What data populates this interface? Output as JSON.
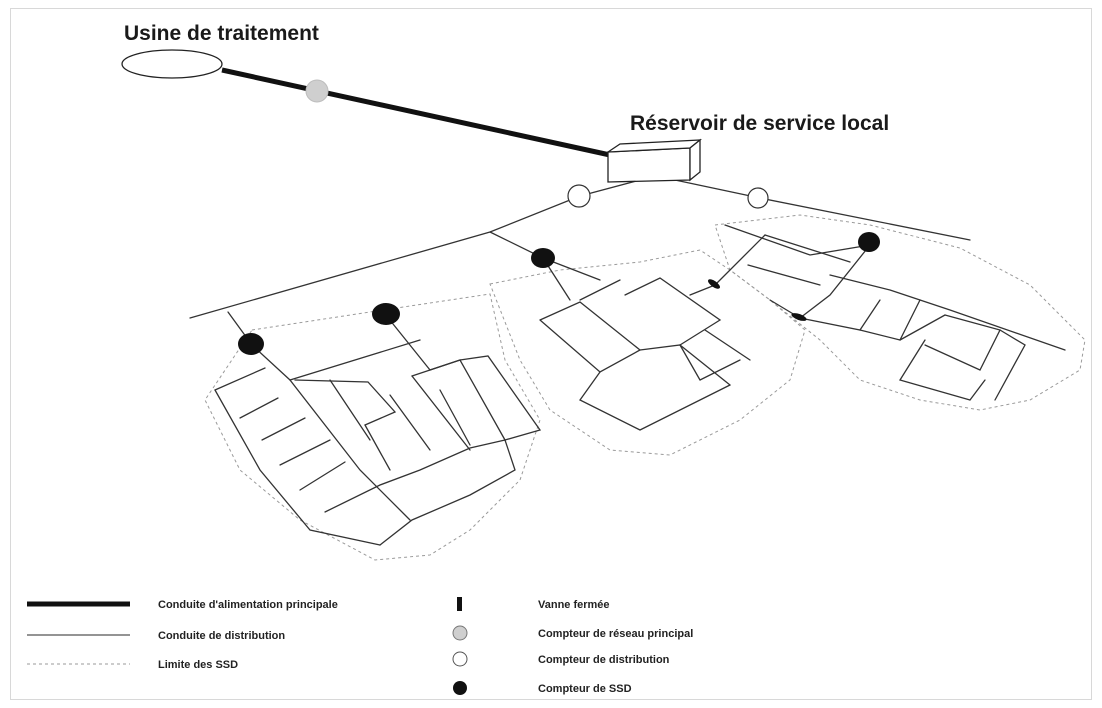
{
  "labels": {
    "plant": "Usine de traitement",
    "reservoir": "Réservoir de service local"
  },
  "legend": [
    {
      "symbol": "main-line",
      "text": "Conduite d'alimentation principale"
    },
    {
      "symbol": "distribution-line",
      "text": "Conduite de distribution"
    },
    {
      "symbol": "boundary-line",
      "text": "Limite des SSD"
    },
    {
      "symbol": "closed-valve",
      "text": "Vanne fermée"
    },
    {
      "symbol": "grey-circle",
      "text": "Compteur de réseau principal"
    },
    {
      "symbol": "white-circle",
      "text": "Compteur de distribution"
    },
    {
      "symbol": "black-circle",
      "text": "Compteur de SSD"
    }
  ],
  "colors": {
    "main_line": "#111111",
    "distribution_line": "#333333",
    "boundary": "#9a9a9a",
    "main_meter": "#cfcfcf",
    "distribution_meter": "#ffffff",
    "ssd_meter": "#111111"
  }
}
